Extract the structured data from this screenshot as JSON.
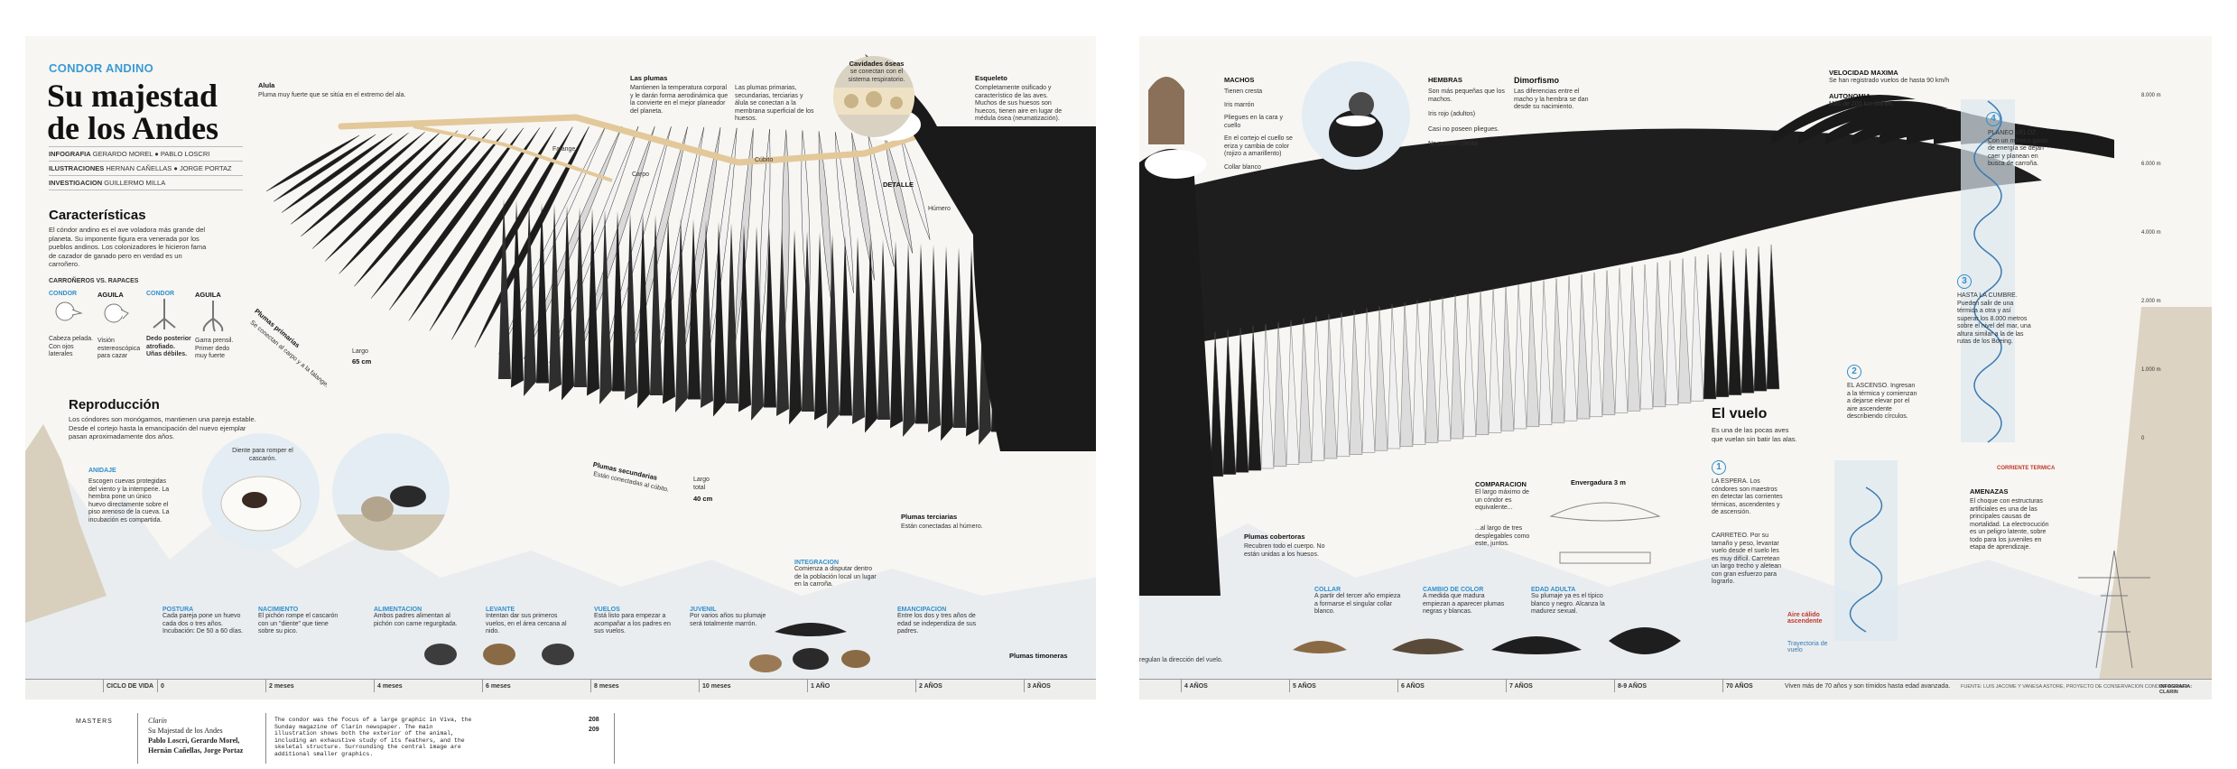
{
  "header": {
    "kicker": "CONDOR ANDINO",
    "title_line1": "Su majestad",
    "title_line2": "de los Andes",
    "credits": [
      {
        "role": "INFOGRAFIA",
        "names": "GERARDO MOREL ● PABLO LOSCRI"
      },
      {
        "role": "ILUSTRACIONES",
        "names": "HERNAN CAÑELLAS ● JORGE PORTAZ"
      },
      {
        "role": "INVESTIGACION",
        "names": "GUILLERMO MILLA"
      }
    ]
  },
  "caracteristicas": {
    "heading": "Características",
    "text": "El cóndor andino es el ave voladora más grande del planeta. Su imponente figura era venerada por los pueblos andinos. Los colonizadores le hicieron fama de cazador de ganado pero en verdad es un carroñero.",
    "subhead": "CARROÑEROS VS. RAPACES",
    "birds": [
      {
        "name": "CONDOR",
        "desc": "Cabeza pelada. Con ojos laterales"
      },
      {
        "name": "AGUILA",
        "desc": "Visión estereoscópica para cazar"
      },
      {
        "name": "CONDOR",
        "desc": "Dedo posterior atrofiado. Uñas débiles."
      },
      {
        "name": "AGUILA",
        "desc": "Garra prensil. Primer dedo muy fuerte"
      }
    ]
  },
  "wing_labels": {
    "alula_h": "Alula",
    "alula_t": "Pluma muy fuerte que se sitúa en el extremo del ala.",
    "plumas_h": "Las plumas",
    "plumas_t": "Mantienen la temperatura corporal y le darán forma aerodinámica que la convierte en el mejor planeador del planeta.",
    "plumas2_t": "Las plumas primarias, secundarias, terciarias y álula se conectan a la membrana superficial de los huesos.",
    "cavidades_h": "Cavidades óseas",
    "cavidades_t": "se conectan con el sistema respiratorio.",
    "detalle": "DETALLE",
    "esqueleto_h": "Esqueleto",
    "esqueleto_t": "Completamente osificado y característico de las aves. Muchos de sus huesos son huecos, tienen aire en lugar de médula ósea (neumatización).",
    "falange": "Falange",
    "carpo": "Carpo",
    "cubito": "Cúbito",
    "humero": "Húmero",
    "primarias_h": "Plumas primarias",
    "primarias_t": "Se conectan al carpo y a la falange.",
    "largo1": "Largo",
    "largo1_v": "65 cm",
    "secundarias_h": "Plumas secundarias",
    "secundarias_t": "Están conectadas al cúbito.",
    "largo2": "Largo total",
    "largo2_v": "40 cm",
    "terciarias_h": "Plumas terciarias",
    "terciarias_t": "Están conectadas al húmero.",
    "timoneras_h": "Plumas timoneras",
    "timoneras_t": "regulan la dirección del vuelo.",
    "cobertoras_h": "Plumas cobertoras",
    "cobertoras_t": "Recubren todo el cuerpo. No están unidas a los huesos."
  },
  "reproduccion": {
    "heading": "Reproducción",
    "text": "Los cóndores son monógamos, mantienen una pareja estable. Desde el cortejo hasta la emancipación del nuevo ejemplar pasan aproximadamente dos años.",
    "anidaje_h": "ANIDAJE",
    "anidaje_t": "Escogen cuevas protegidas del viento y la intemperie. La hembra pone un único huevo directamente sobre el piso arenoso de la cueva. La incubación es compartida.",
    "egg_t": "Diente para romper el cascarón."
  },
  "stages": [
    {
      "h": "POSTURA",
      "t": "Cada pareja pone un huevo cada dos o tres años. Incubación: De 50 a 60 días."
    },
    {
      "h": "NACIMIENTO",
      "t": "El pichón rompe el cascarón con un \"diente\" que tiene sobre su pico."
    },
    {
      "h": "ALIMENTACION",
      "t": "Ambos padres alimentan al pichón con carne regurgitada."
    },
    {
      "h": "LEVANTE",
      "t": "Intentan dar sus primeros vuelos, en el área cercana al nido."
    },
    {
      "h": "VUELOS",
      "t": "Está listo para empezar a acompañar a los padres en sus vuelos."
    },
    {
      "h": "JUVENIL",
      "t": "Por varios años su plumaje será totalmente marrón."
    },
    {
      "h": "INTEGRACION",
      "t": "Comienza a disputar dentro de la población local un lugar en la carroña."
    },
    {
      "h": "EMANCIPACION",
      "t": "Entre los dos y tres años de edad se independiza de sus padres."
    }
  ],
  "timeline_left": {
    "label": "CICLO DE VIDA",
    "marks": [
      "0",
      "2 meses",
      "4 meses",
      "6 meses",
      "8 meses",
      "10 meses",
      "1 AÑO",
      "2 AÑOS",
      "3 AÑOS"
    ]
  },
  "timeline_right": {
    "marks": [
      "4 AÑOS",
      "5 AÑOS",
      "6 AÑOS",
      "7 AÑOS",
      "8-9 AÑOS",
      "70 AÑOS"
    ],
    "end_text": "Viven más de 70 años y son tímidos hasta edad avanzada.",
    "source": "FUENTE: LUIS JACOME Y VANESA ASTORE, PROYECTO DE CONSERVACION CONDOR ANDINO",
    "infografia": "INFOGRAFIA: CLARIN"
  },
  "dimorfismo": {
    "machos_h": "MACHOS",
    "machos_items": [
      "Tienen cresta",
      "Iris marrón",
      "Pliegues en la cara y cuello",
      "En el cortejo el cuello se eriza y cambia de color (rojizo a amarillento)",
      "Collar blanco"
    ],
    "hembras_h": "HEMBRAS",
    "hembras_items": [
      "Son más pequeñas que los machos.",
      "Iris rojo (adultos)",
      "Casi no poseen pliegues.",
      "No poseen cresta"
    ],
    "dim_h": "Dimorfismo",
    "dim_t": "Las diferencias entre el macho y la hembra se dan desde su nacimiento."
  },
  "vuelo": {
    "heading": "El vuelo",
    "text": "Es una de las pocas aves que vuelan sin batir las alas.",
    "velocidad_h": "VELOCIDAD MAXIMA",
    "velocidad_t": "Se han registrado vuelos de hasta 90 km/h",
    "autonomia_h": "AUTONOMIA",
    "autonomia_t": "Más de 200 km diarios.",
    "steps": [
      {
        "n": "1",
        "t": "LA ESPERA. Los cóndores son maestros en detectar las corrientes térmicas, ascendentes y de ascensión."
      },
      {
        "n": "2",
        "t": "EL ASCENSO. Ingresan a la térmica y comienzan a dejarse elevar por el aire ascendente describiendo círculos."
      },
      {
        "n": "3",
        "t": "HASTA LA CUMBRE. Pueden salir de una térmica a otra y así superar los 8.000 metros sobre el nivel del mar, una altura similar a la de las rutas de los Boeing."
      },
      {
        "n": "4",
        "t": "PLANEO VELOZ. Con un mínimo gasto de energía se dejan caer y planean en busca de carroña."
      }
    ],
    "carreteo": "CARRETEO. Por su tamaño y peso, levantar vuelo desde el suelo les es muy difícil. Carretean un largo trecho y aletean con gran esfuerzo para lograrlo.",
    "aire_calido": "Aire cálido ascendente",
    "trayectoria": "Trayectoria de vuelo",
    "corriente": "CORRIENTE TERMICA",
    "comparacion_h": "COMPARACION",
    "comparacion_t": "El largo máximo de un cóndor es equivalente...",
    "envergadura": "Envergadura 3 m",
    "comparacion2_t": "...al largo de tres desplegables como este, juntos.",
    "amenazas_h": "AMENAZAS",
    "amenazas_t": "El choque con estructuras artificiales es una de las principales causas de mortalidad. La electrocución es un peligro latente, sobre todo para los juveniles en etapa de aprendizaje.",
    "altitudes": [
      "8.000 m",
      "6.000 m",
      "4.000 m",
      "2.000 m",
      "1.000 m",
      "0"
    ]
  },
  "adult_stages": [
    {
      "h": "COLLAR",
      "t": "A partir del tercer año empieza a formarse el singular collar blanco."
    },
    {
      "h": "CAMBIO DE COLOR",
      "t": "A medida que madura empiezan a aparecer plumas negras y blancas."
    },
    {
      "h": "EDAD ADULTA",
      "t": "Su plumaje ya es el típico blanco y negro. Alcanza la madurez sexual."
    }
  ],
  "footer": {
    "label": "MASTERS",
    "publication": "Clarín",
    "article": "Su Majestad de los Andes",
    "authors1": "Pablo Loscri, Gerardo Morel,",
    "authors2": "Hernán Cañellas, Jorge Portaz",
    "description": "The condor was the focus of a large graphic in Viva, the Sunday magazine of Clarín newspaper. The main illustration shows both the exterior of the animal, including an exhaustive study of its feathers, and the skeletal structure. Surrounding the central image are additional smaller graphics.",
    "page1": "208",
    "page2": "209"
  },
  "colors": {
    "accent": "#3a9ad4",
    "feather_dark": "#1b1b1b",
    "bone": "#e3c89a",
    "sky": "#e4edf3"
  }
}
